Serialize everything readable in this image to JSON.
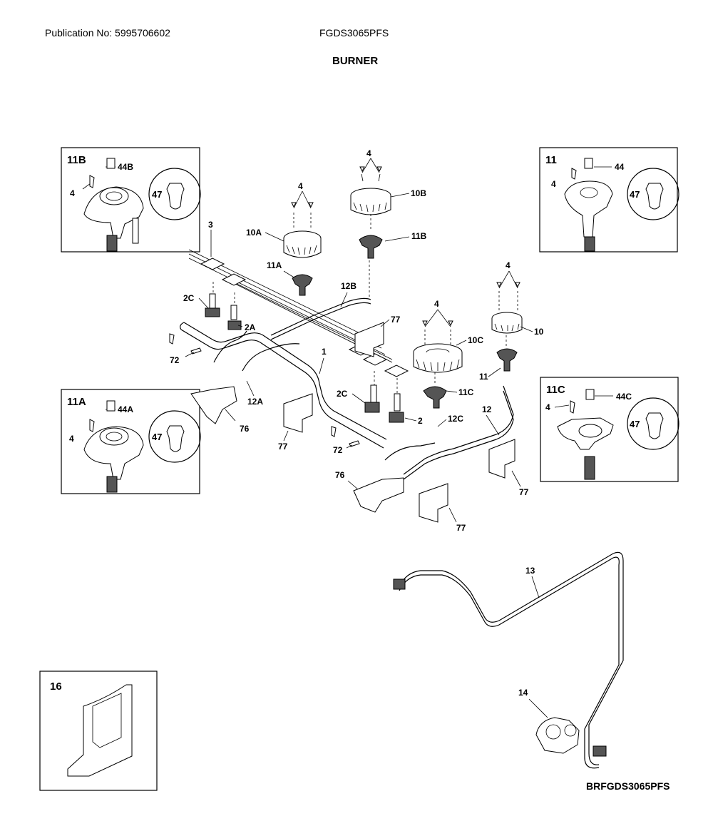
{
  "header": {
    "publication": "Publication No: 5995706602",
    "model": "FGDS3065PFS",
    "title": "BURNER"
  },
  "footer": {
    "code": "BRFGDS3065PFS"
  },
  "callouts": {
    "c1": "1",
    "c2": "2",
    "c2A": "2A",
    "c2C_top": "2C",
    "c2C_mid": "2C",
    "c3": "3",
    "c4_10A": "4",
    "c4_10B": "4",
    "c4_10": "4",
    "c4_10C": "4",
    "c10": "10",
    "c10A": "10A",
    "c10B": "10B",
    "c10C": "10C",
    "c11": "11",
    "c11A": "11A",
    "c11B": "11B",
    "c11C": "11C",
    "c12": "12",
    "c12A": "12A",
    "c12B": "12B",
    "c12C": "12C",
    "c13": "13",
    "c14": "14",
    "c72_a": "72",
    "c72_b": "72",
    "c76_a": "76",
    "c76_b": "76",
    "c77_a": "77",
    "c77_b": "77",
    "c77_c": "77",
    "c77_d": "77"
  },
  "insets": {
    "i11B": {
      "title": "11B",
      "screw": "4",
      "cap": "44B",
      "circle": "47"
    },
    "i11": {
      "title": "11",
      "screw": "4",
      "cap": "44",
      "circle": "47"
    },
    "i11A": {
      "title": "11A",
      "screw": "4",
      "cap": "44A",
      "circle": "47"
    },
    "i11C": {
      "title": "11C",
      "screw": "4",
      "cap": "44C",
      "circle": "47"
    },
    "i16": {
      "title": "16"
    }
  }
}
